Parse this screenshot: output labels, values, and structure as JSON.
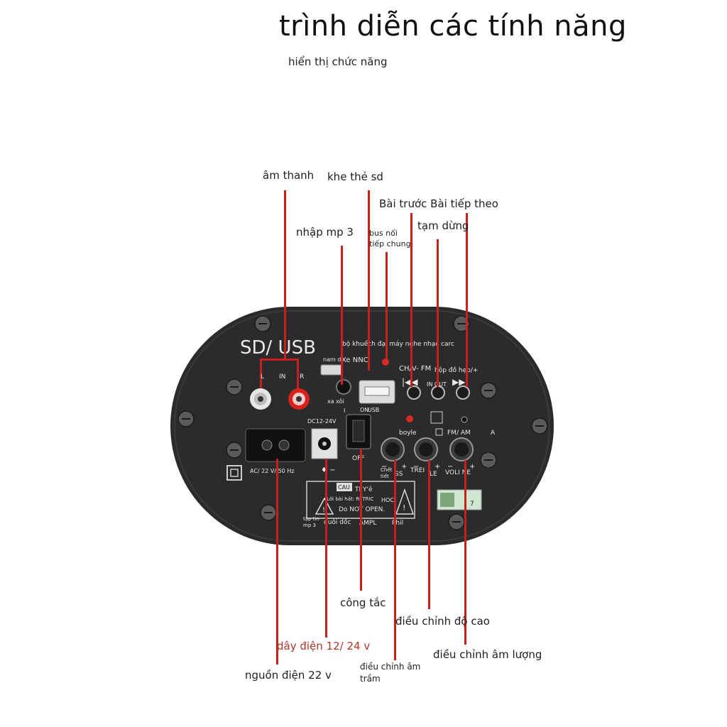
{
  "header": {
    "title": "trình diễn các tính năng",
    "subtitle": "hiển thị chức năng"
  },
  "callouts": {
    "am_thanh": "âm thanh",
    "khe_the_sd": "khe thẻ sd",
    "bai_truoc_tiep": "Bài trước Bài tiếp theo",
    "nhap_mp3": "nhập mp 3",
    "bus_noi": "bus nối\ntiếp chung",
    "tam_dung": "tạm dừng",
    "cong_tac": "công tắc",
    "dieu_chinh_do_cao": "điều chỉnh độ cao",
    "day_dien": "dây điện 12/ 24 v",
    "dieu_chinh_am_luong": "điều chỉnh âm lượng",
    "dieu_chinh_am_tram": "điều chỉnh âm\ntrầm",
    "nguon_dien": "nguồn điện 22 v"
  },
  "panel": {
    "sd_usb": "SD/ USB",
    "amplifier_caption": "bộ khuếch đại máy nghe nhạc carc",
    "nam_d": "nam d",
    "xe_nnc": "Xe NNC",
    "ch_fm": "CH/V- FM",
    "hop_do_hop": "hộp đồ hẹp/+",
    "l": "L",
    "in": "IN",
    "r": "R",
    "xa_xoi": "xa xôi",
    "usb": "USB",
    "in_out": "IN OUT",
    "on": "ON",
    "off": "OFF",
    "dc": "DC12-24V",
    "boyle": "boyle",
    "fm_am": "FM/ AM",
    "a": "A",
    "bass_knob": "Chết\ntiết",
    "treble": "TREI",
    "le": "LE",
    "volume": "VOLI NE",
    "ss": "SS",
    "ac": "AC/ 22 V/ 50 Hz",
    "plus": "+",
    "minus": "−",
    "warn_cau": "CAU",
    "warn_tr": "TI Y'ê",
    "warn_electric": "Lời bài hát: Ri TRIC",
    "warn_do_not_open": "Do NOT OPEN.",
    "warn_hocl": "HOCI",
    "tap_tin": "tập tin\nmp 3",
    "duoi_doc": "đuôi dốc",
    "ampl": "AMPL",
    "phil": "Phil",
    "sticker_7": "7"
  },
  "colors": {
    "line": "#c8201a",
    "panel": "#2b2b2d",
    "panel_edge": "#3a3a3c"
  }
}
